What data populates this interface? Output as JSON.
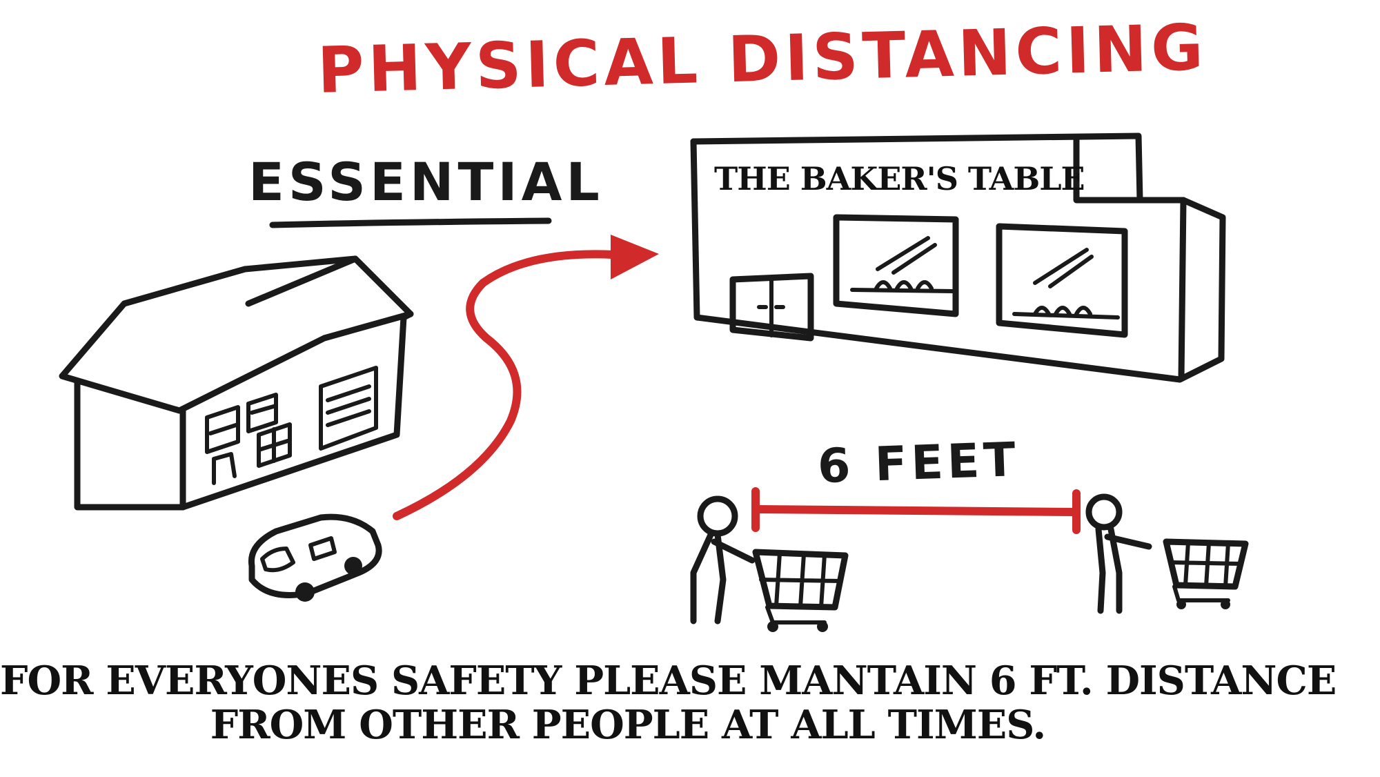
{
  "headline": "PHYSICAL DISTANCING",
  "essential_label": "ESSENTIAL",
  "store": {
    "name": "THE BAKER'S TABLE"
  },
  "distance_label": "6 FEET",
  "notice": {
    "line1": "FOR EVERYONES SAFETY PLEASE MANTAIN 6 FT. DISTANCE",
    "line2": "FROM OTHER PEOPLE AT ALL TIMES."
  },
  "colors": {
    "accent": "#d12a2a",
    "ink": "#1a1a1a",
    "background": "#ffffff"
  }
}
